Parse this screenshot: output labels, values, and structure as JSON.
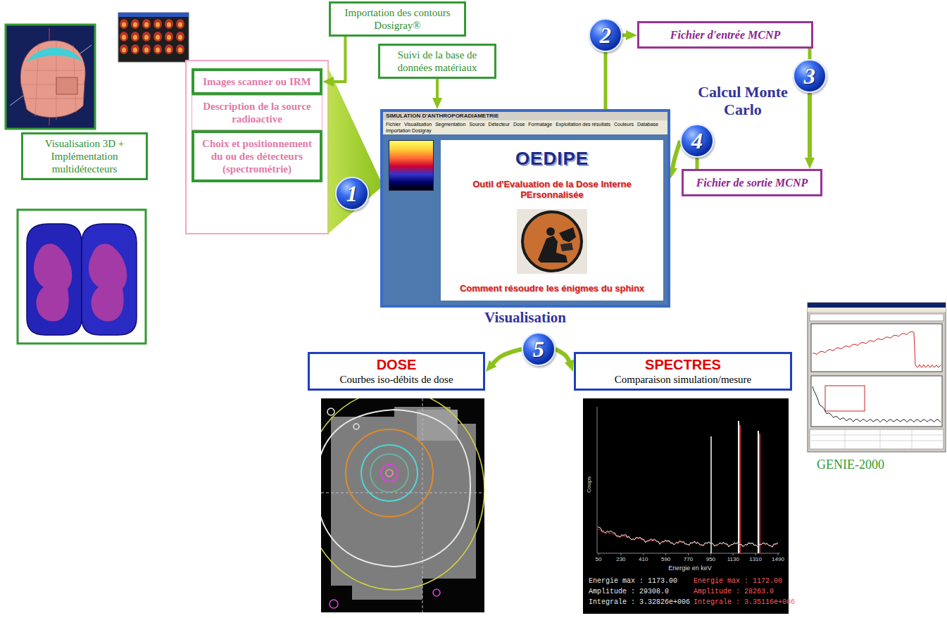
{
  "diagram": {
    "nodes": [
      {
        "text": [
          "Importation des contours Dosigray®"
        ]
      },
      {
        "text": [
          "Suivi de la base de données matériaux"
        ]
      },
      {
        "text": [
          "Images scanner ou IRM"
        ]
      },
      {
        "text": [
          "Description de la source radioactive"
        ]
      },
      {
        "text": [
          "Choix et positionnement du ou des détecteurs (spectrométrie)"
        ]
      },
      {
        "text": [
          "Visualisation 3D + Implémentation multidétecteurs"
        ]
      },
      {
        "text": [
          "1"
        ]
      },
      {
        "text": [
          "SIMULATION D'ANTHROPORADIAMETRIE",
          "Fichier",
          "Visualisation",
          "Segmentation",
          "Source",
          "Détecteur",
          "Dose",
          "Formatage",
          "Exploitation des résultats",
          "Couleurs",
          "Database",
          "Importation Dosigray",
          "OEDIPE",
          "Outil d'Evaluation de la Dose Interne PErsonnalisée",
          "Comment résoudre les énigmes du sphinx",
          "Visualisation"
        ]
      },
      {
        "text": [
          "2"
        ]
      },
      {
        "text": [
          "Fichier d'entrée MCNP"
        ]
      },
      {
        "text": [
          "3"
        ]
      },
      {
        "text": [
          "4"
        ]
      },
      {
        "text": [
          "Fichier de sortie MCNP"
        ]
      },
      {
        "text": [
          "5"
        ]
      },
      {
        "text": [
          "DOSE",
          "Courbes iso-débits de dose"
        ]
      },
      {
        "text": [
          "SPECTRES",
          "Comparaison simulation/mesure"
        ]
      }
    ],
    "edges": [
      {
        "from": 0,
        "to": 2,
        "arrow": "to"
      },
      {
        "from": 1,
        "to": 7,
        "arrow": "to"
      },
      {
        "from": 7,
        "to": 8,
        "arrow": "none"
      },
      {
        "from": 8,
        "to": 9,
        "arrow": "to"
      },
      {
        "from": 9,
        "to": 10,
        "arrow": "none"
      },
      {
        "from": 10,
        "to": 12,
        "label": "Calcul Monte Carlo",
        "arrow": "to"
      },
      {
        "from": 12,
        "to": 11,
        "arrow": "none"
      },
      {
        "from": 11,
        "to": 7,
        "arrow": "to"
      },
      {
        "from": 13,
        "to": 14,
        "arrow": "to"
      },
      {
        "from": 13,
        "to": 15,
        "arrow": "to"
      }
    ],
    "labels": [
      "GENIE-2000",
      "Coups",
      "50",
      "230",
      "410",
      "590",
      "770",
      "950",
      "1130",
      "1310",
      "1490",
      "Energie en keV",
      "Energie max : 1173.00",
      "Amplitude : 29308.0",
      "Integrale : 3.32826e+006",
      "Energie max : 1172.00",
      "Amplitude : 28263.0",
      "Integrale : 3.35116e+006"
    ]
  }
}
